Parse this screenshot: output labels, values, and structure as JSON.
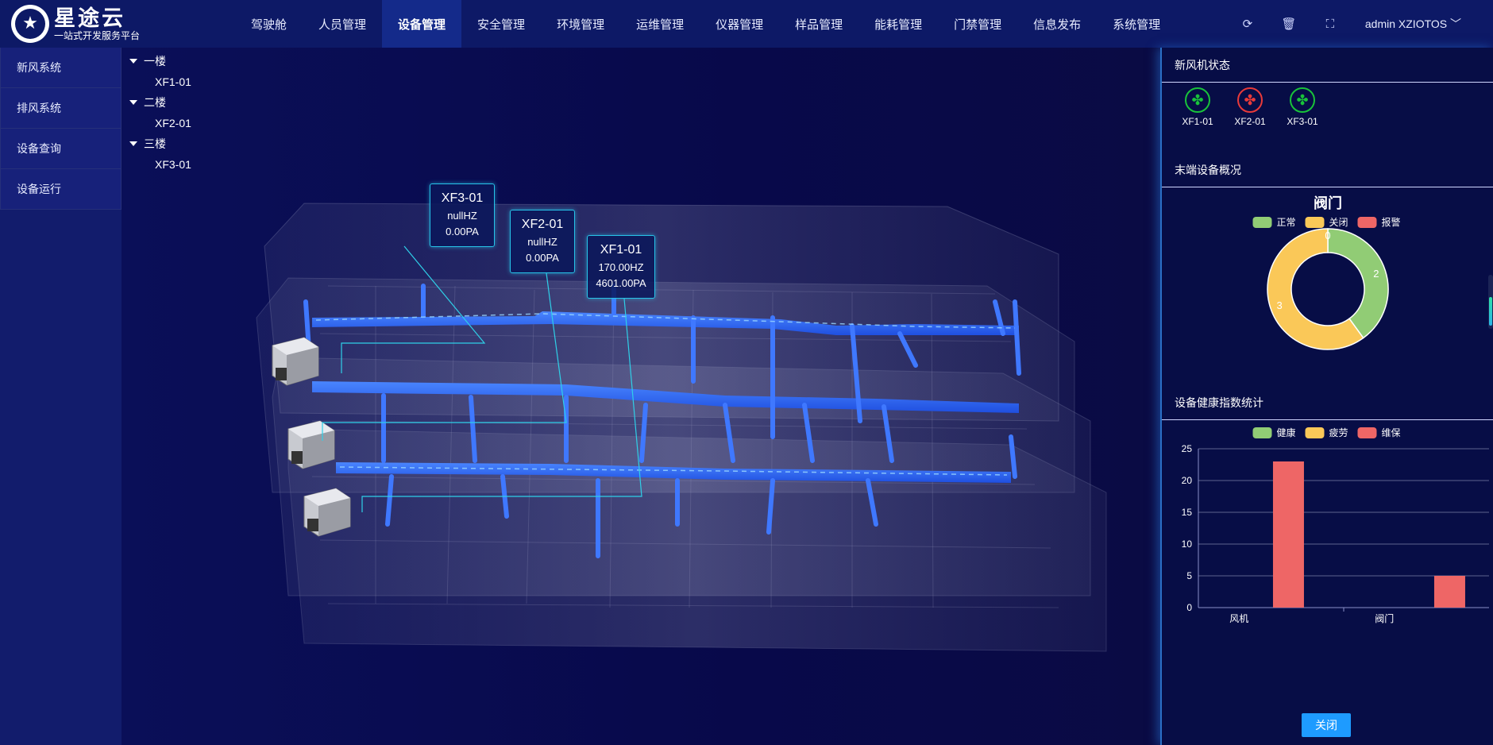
{
  "app": {
    "logo_title": "星途云",
    "logo_sub": "一站式开发服务平台",
    "logo_glyph": "★"
  },
  "nav": {
    "items": [
      {
        "label": "驾驶舱"
      },
      {
        "label": "人员管理"
      },
      {
        "label": "设备管理",
        "active": true
      },
      {
        "label": "安全管理"
      },
      {
        "label": "环境管理"
      },
      {
        "label": "运维管理"
      },
      {
        "label": "仪器管理"
      },
      {
        "label": "样品管理"
      },
      {
        "label": "能耗管理"
      },
      {
        "label": "门禁管理"
      },
      {
        "label": "信息发布"
      },
      {
        "label": "系统管理"
      }
    ],
    "refresh_glyph": "⟳",
    "delete_glyph": "🗑",
    "fullscreen_glyph": "⛶",
    "user": "admin XZIOTOS ﹀"
  },
  "sidebar": {
    "items": [
      {
        "label": "新风系统"
      },
      {
        "label": "排风系统"
      },
      {
        "label": "设备查询"
      },
      {
        "label": "设备运行"
      }
    ]
  },
  "tree": [
    {
      "floor": "一楼",
      "unit": "XF1-01"
    },
    {
      "floor": "二楼",
      "unit": "XF2-01"
    },
    {
      "floor": "三楼",
      "unit": "XF3-01"
    }
  ],
  "tags": [
    {
      "name": "XF3-01",
      "freq": "nullHZ",
      "pressure": "0.00PA"
    },
    {
      "name": "XF2-01",
      "freq": "nullHZ",
      "pressure": "0.00PA"
    },
    {
      "name": "XF1-01",
      "freq": "170.00HZ",
      "pressure": "4601.00PA"
    }
  ],
  "right": {
    "fan_status_title": "新风机状态",
    "fans": [
      {
        "label": "XF1-01",
        "status": "running",
        "color": "#19c23a"
      },
      {
        "label": "XF2-01",
        "status": "alarm",
        "color": "#e83a3a"
      },
      {
        "label": "XF3-01",
        "status": "running",
        "color": "#19c23a"
      }
    ],
    "fan_glyph": "✤",
    "terminal_title": "末端设备概况",
    "health_title": "设备健康指数统计",
    "close_label": "关闭"
  },
  "chart_data": [
    {
      "type": "pie",
      "title": "阀门",
      "legend": [
        "正常",
        "关闭",
        "报警"
      ],
      "values": [
        2,
        3,
        0
      ],
      "colors": [
        "#91cc75",
        "#fac858",
        "#ee6666"
      ],
      "donut": true,
      "legend_position": "top"
    },
    {
      "type": "bar",
      "categories": [
        "风机",
        "阀门"
      ],
      "series": [
        {
          "name": "健康",
          "values": [
            0,
            0
          ],
          "color": "#91cc75"
        },
        {
          "name": "疲劳",
          "values": [
            0,
            0
          ],
          "color": "#fac858"
        },
        {
          "name": "维保",
          "values": [
            23,
            5
          ],
          "color": "#ee6666"
        }
      ],
      "ylim": [
        0,
        25
      ],
      "yticks": [
        0,
        5,
        10,
        15,
        20,
        25
      ],
      "grid": true,
      "legend_position": "top"
    }
  ]
}
